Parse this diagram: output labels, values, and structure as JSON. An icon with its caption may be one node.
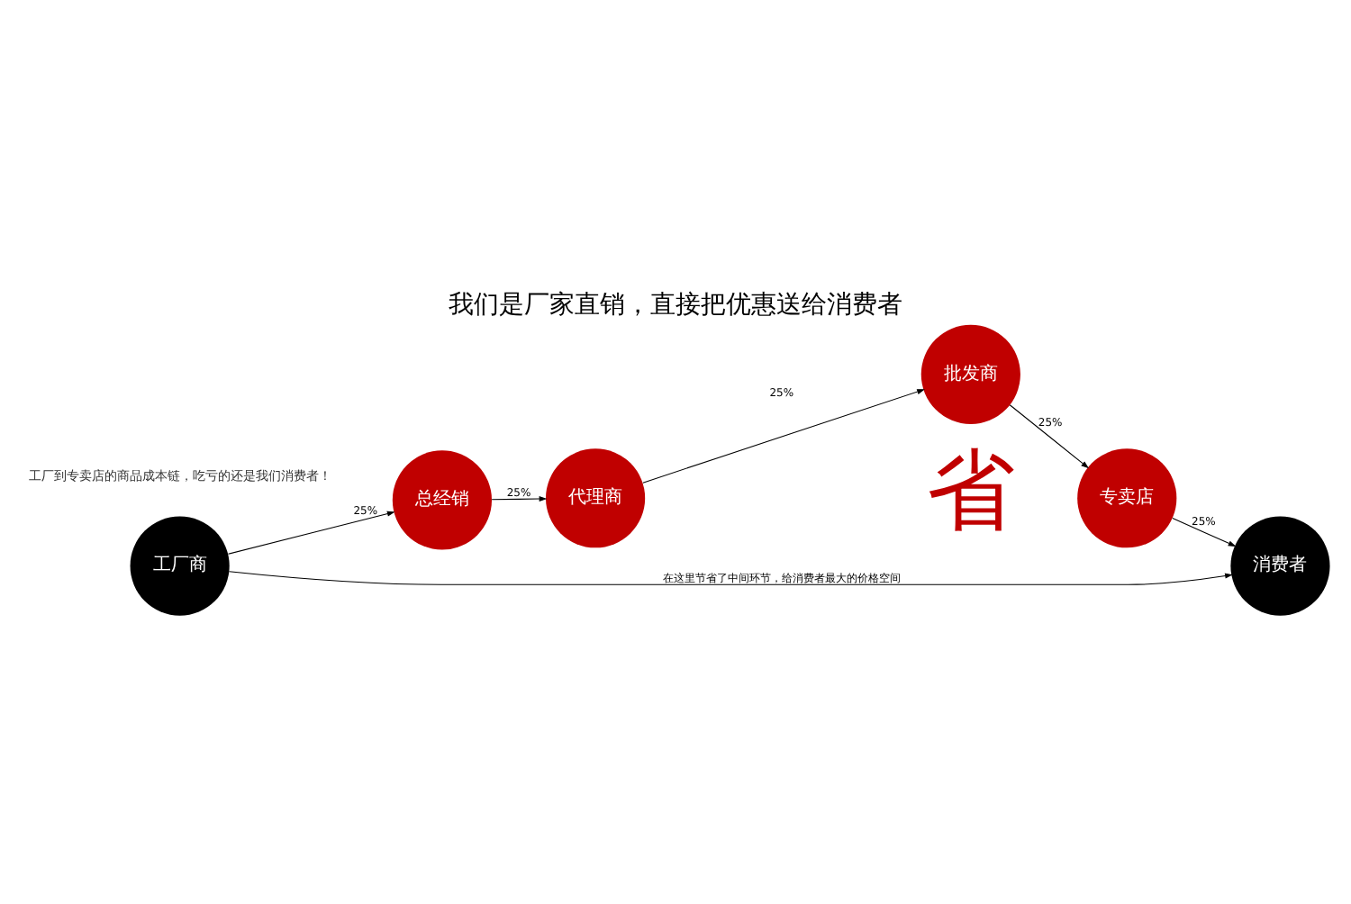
{
  "diagram": {
    "title": "我们是厂家直销，直接把优惠送给消费者",
    "nodes": [
      {
        "text": [
          "工厂商"
        ]
      },
      {
        "text": [
          "总经销"
        ]
      },
      {
        "text": [
          "代理商"
        ]
      },
      {
        "text": [
          "批发商"
        ]
      },
      {
        "text": [
          "专卖店"
        ]
      },
      {
        "text": [
          "消费者"
        ]
      }
    ],
    "edges": [
      {
        "from": 0,
        "to": 1,
        "arrow": "to",
        "label": "25%"
      },
      {
        "from": 1,
        "to": 2,
        "arrow": "to",
        "label": "25%"
      },
      {
        "from": 2,
        "to": 3,
        "arrow": "to",
        "label": "25%"
      },
      {
        "from": 3,
        "to": 4,
        "arrow": "to",
        "label": "25%"
      },
      {
        "from": 4,
        "to": 5,
        "arrow": "to",
        "label": "25%"
      },
      {
        "from": 0,
        "to": 5,
        "arrow": "to",
        "label": "在这里节省了中间环节，给消费者最大的价格空间"
      }
    ],
    "labels": [
      "工厂到专卖店的商品成本链，吃亏的还是我们消费者！",
      "省"
    ]
  }
}
